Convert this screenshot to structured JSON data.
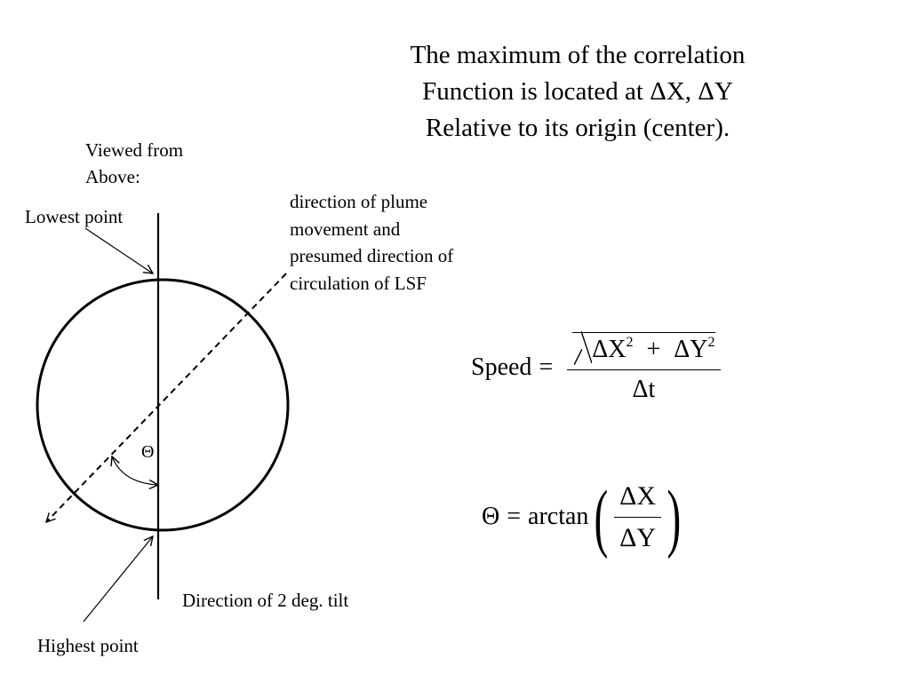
{
  "heading": {
    "lines": [
      "The maximum of the correlation",
      "Function is located at ΔX, ΔY",
      "Relative to its origin (center)."
    ]
  },
  "labels": {
    "viewed_from": [
      "Viewed from",
      "Above:"
    ],
    "lowest_point": "Lowest point",
    "highest_point": "Highest point",
    "tilt_direction": "Direction of 2 deg. tilt",
    "plume_direction": [
      "direction of plume",
      "movement and",
      "presumed direction of",
      "circulation of LSF"
    ],
    "theta_symbol": "Θ"
  },
  "equations": {
    "speed": {
      "lhs": "Speed",
      "eq": "=",
      "num_term1": "ΔX",
      "num_term2": "ΔY",
      "exponent": "2",
      "plus": "+",
      "denominator": "Δt"
    },
    "theta": {
      "lhs": "Θ",
      "eq": "=",
      "func": "arctan",
      "open_paren": "(",
      "close_paren": ")",
      "numerator": "ΔX",
      "denominator": "ΔY"
    }
  },
  "colors": {
    "ink": "#000000",
    "background": "#ffffff"
  }
}
